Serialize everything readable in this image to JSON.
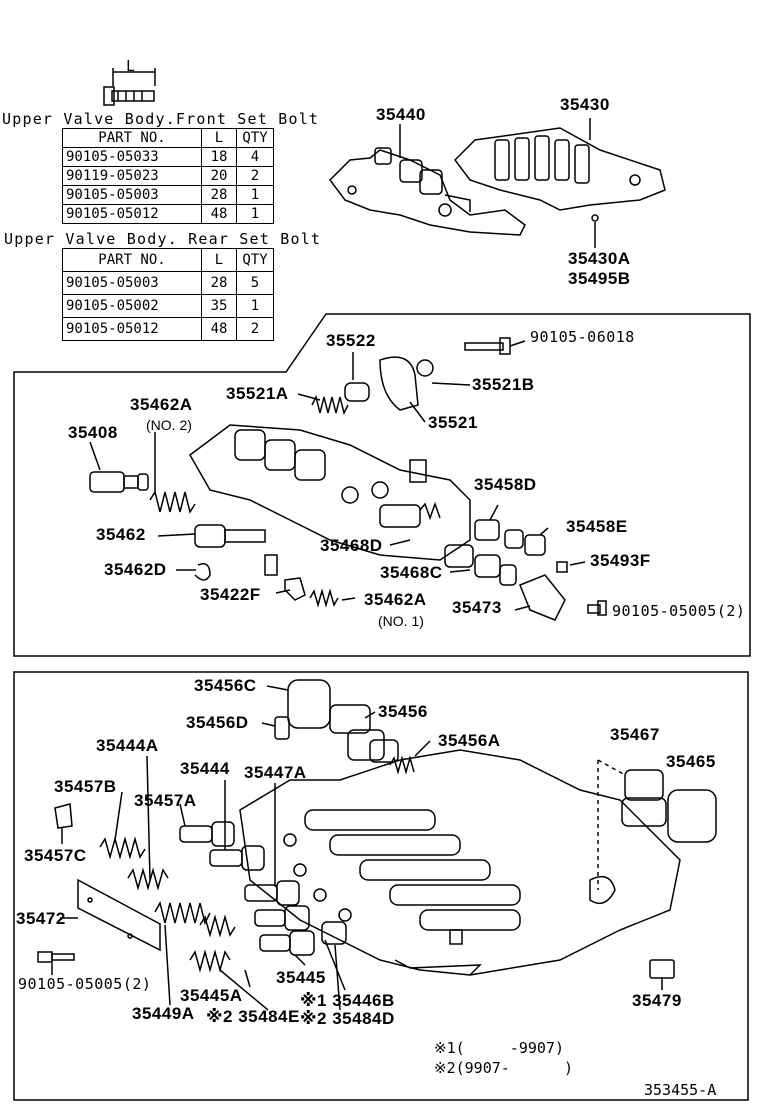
{
  "bolt_dim_label": "L",
  "front_table": {
    "title": "Upper Valve Body.Front Set Bolt",
    "headers": [
      "PART NO.",
      "L",
      "QTY"
    ],
    "rows": [
      [
        "90105-05033",
        "18",
        "4"
      ],
      [
        "90119-05023",
        "20",
        "2"
      ],
      [
        "90105-05003",
        "28",
        "1"
      ],
      [
        "90105-05012",
        "48",
        "1"
      ]
    ]
  },
  "rear_table": {
    "title": "Upper Valve Body. Rear Set Bolt",
    "headers": [
      "PART NO.",
      "L",
      "QTY"
    ],
    "rows": [
      [
        "90105-05003",
        "28",
        "5"
      ],
      [
        "90105-05002",
        "35",
        "1"
      ],
      [
        "90105-05012",
        "48",
        "2"
      ]
    ]
  },
  "labels": {
    "p35440": "35440",
    "p35430": "35430",
    "p35430A": "35430A",
    "p35495B": "35495B",
    "p35522": "35522",
    "p90105_06018": "90105-06018",
    "p35521A": "35521A",
    "p35521B": "35521B",
    "p35462A_top": "35462A",
    "no2": "(NO. 2)",
    "p35521": "35521",
    "p35408": "35408",
    "p35458D": "35458D",
    "p35462": "35462",
    "p35458E": "35458E",
    "p35468D": "35468D",
    "p35493F": "35493F",
    "p35462D": "35462D",
    "p35468C": "35468C",
    "p35422F": "35422F",
    "p35462A_bot": "35462A",
    "p35473": "35473",
    "p90105_05005_a": "90105-05005(2)",
    "no1": "(NO. 1)",
    "p35456C": "35456C",
    "p35456D": "35456D",
    "p35456": "35456",
    "p35456A": "35456A",
    "p35467": "35467",
    "p35444A": "35444A",
    "p35465": "35465",
    "p35444": "35444",
    "p35447A": "35447A",
    "p35457B": "35457B",
    "p35457A": "35457A",
    "p35457C": "35457C",
    "p35472": "35472",
    "p90105_05005_b": "90105-05005(2)",
    "p35445": "35445",
    "p35445A": "35445A",
    "p35479": "35479",
    "p35446B": "※1 35446B",
    "p35449A": "35449A",
    "p35484E": "※2 35484E",
    "p35484D": "※2 35484D",
    "note1": "※1(     -9907)",
    "note2": "※2(9907-      )",
    "fig_id": "353455-A"
  }
}
